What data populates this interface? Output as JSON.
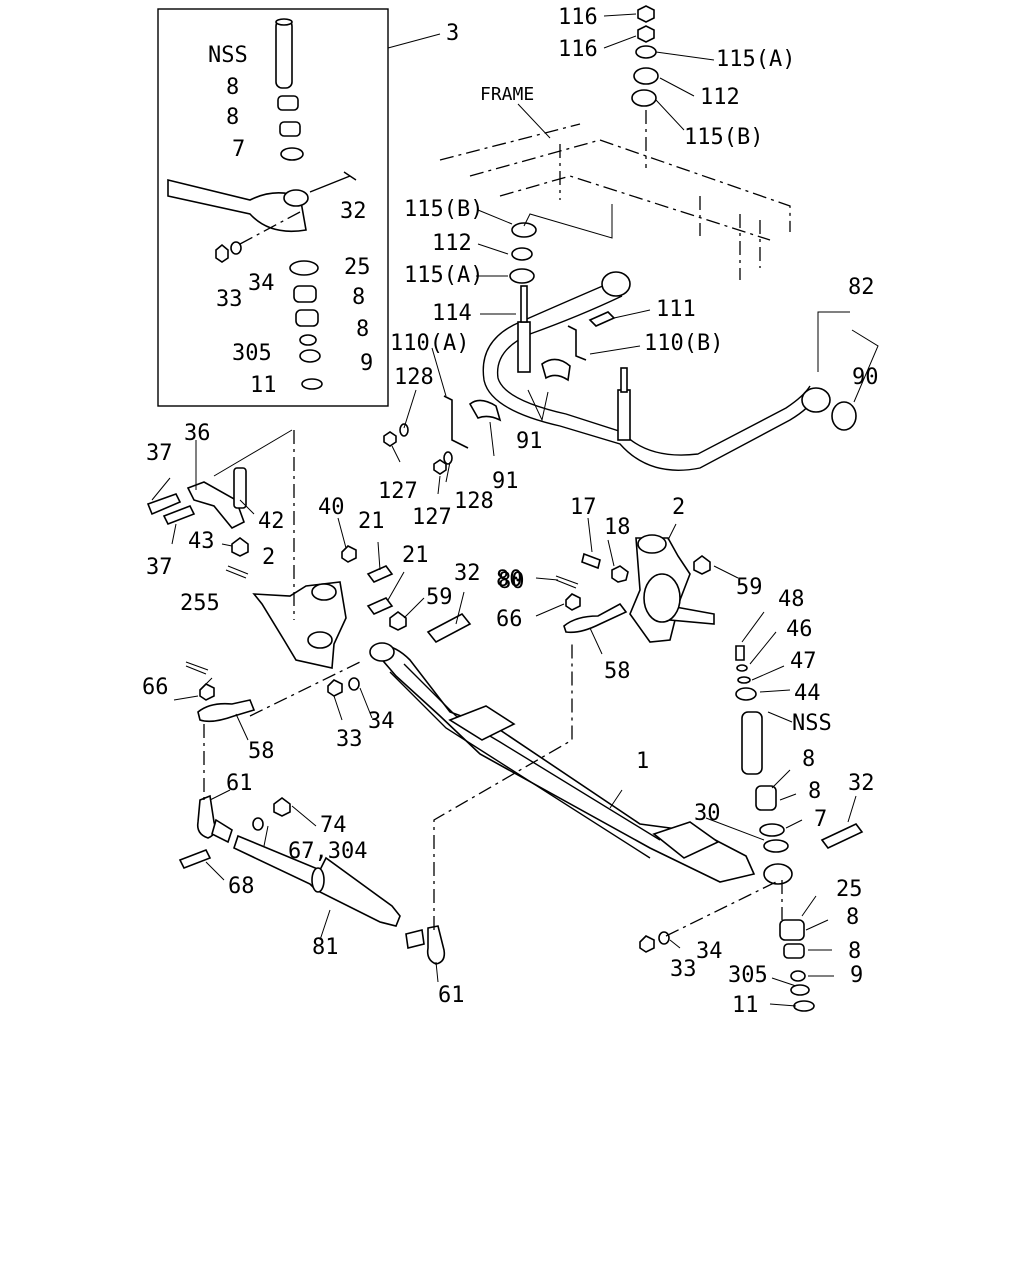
{
  "frame_label": "FRAME",
  "inset": {
    "ref": "3",
    "labels": [
      "NSS",
      "8",
      "8",
      "7",
      "32",
      "25",
      "34",
      "33",
      "8",
      "8",
      "305",
      "9",
      "11"
    ]
  },
  "labels": [
    {
      "t": "116"
    },
    {
      "t": "116"
    },
    {
      "t": "115(A)"
    },
    {
      "t": "112"
    },
    {
      "t": "115(B)"
    },
    {
      "t": "115(B)"
    },
    {
      "t": "112"
    },
    {
      "t": "115(A)"
    },
    {
      "t": "114"
    },
    {
      "t": "111"
    },
    {
      "t": "82"
    },
    {
      "t": "90"
    },
    {
      "t": "110(A)"
    },
    {
      "t": "110(B)"
    },
    {
      "t": "128"
    },
    {
      "t": "91"
    },
    {
      "t": "91"
    },
    {
      "t": "127"
    },
    {
      "t": "127"
    },
    {
      "t": "128"
    },
    {
      "t": "36"
    },
    {
      "t": "37"
    },
    {
      "t": "37"
    },
    {
      "t": "42"
    },
    {
      "t": "43"
    },
    {
      "t": "40"
    },
    {
      "t": "21"
    },
    {
      "t": "21"
    },
    {
      "t": "2"
    },
    {
      "t": "255"
    },
    {
      "t": "59"
    },
    {
      "t": "32"
    },
    {
      "t": "80"
    },
    {
      "t": "66"
    },
    {
      "t": "58"
    },
    {
      "t": "33"
    },
    {
      "t": "34"
    },
    {
      "t": "17"
    },
    {
      "t": "18"
    },
    {
      "t": "2"
    },
    {
      "t": "59"
    },
    {
      "t": "80"
    },
    {
      "t": "66"
    },
    {
      "t": "58"
    },
    {
      "t": "48"
    },
    {
      "t": "46"
    },
    {
      "t": "47"
    },
    {
      "t": "44"
    },
    {
      "t": "NSS"
    },
    {
      "t": "8"
    },
    {
      "t": "8"
    },
    {
      "t": "1"
    },
    {
      "t": "30"
    },
    {
      "t": "7"
    },
    {
      "t": "32"
    },
    {
      "t": "61"
    },
    {
      "t": "74"
    },
    {
      "t": "67,304"
    },
    {
      "t": "68"
    },
    {
      "t": "81"
    },
    {
      "t": "61"
    },
    {
      "t": "25"
    },
    {
      "t": "8"
    },
    {
      "t": "8"
    },
    {
      "t": "34"
    },
    {
      "t": "33"
    },
    {
      "t": "305"
    },
    {
      "t": "9"
    },
    {
      "t": "11"
    }
  ]
}
